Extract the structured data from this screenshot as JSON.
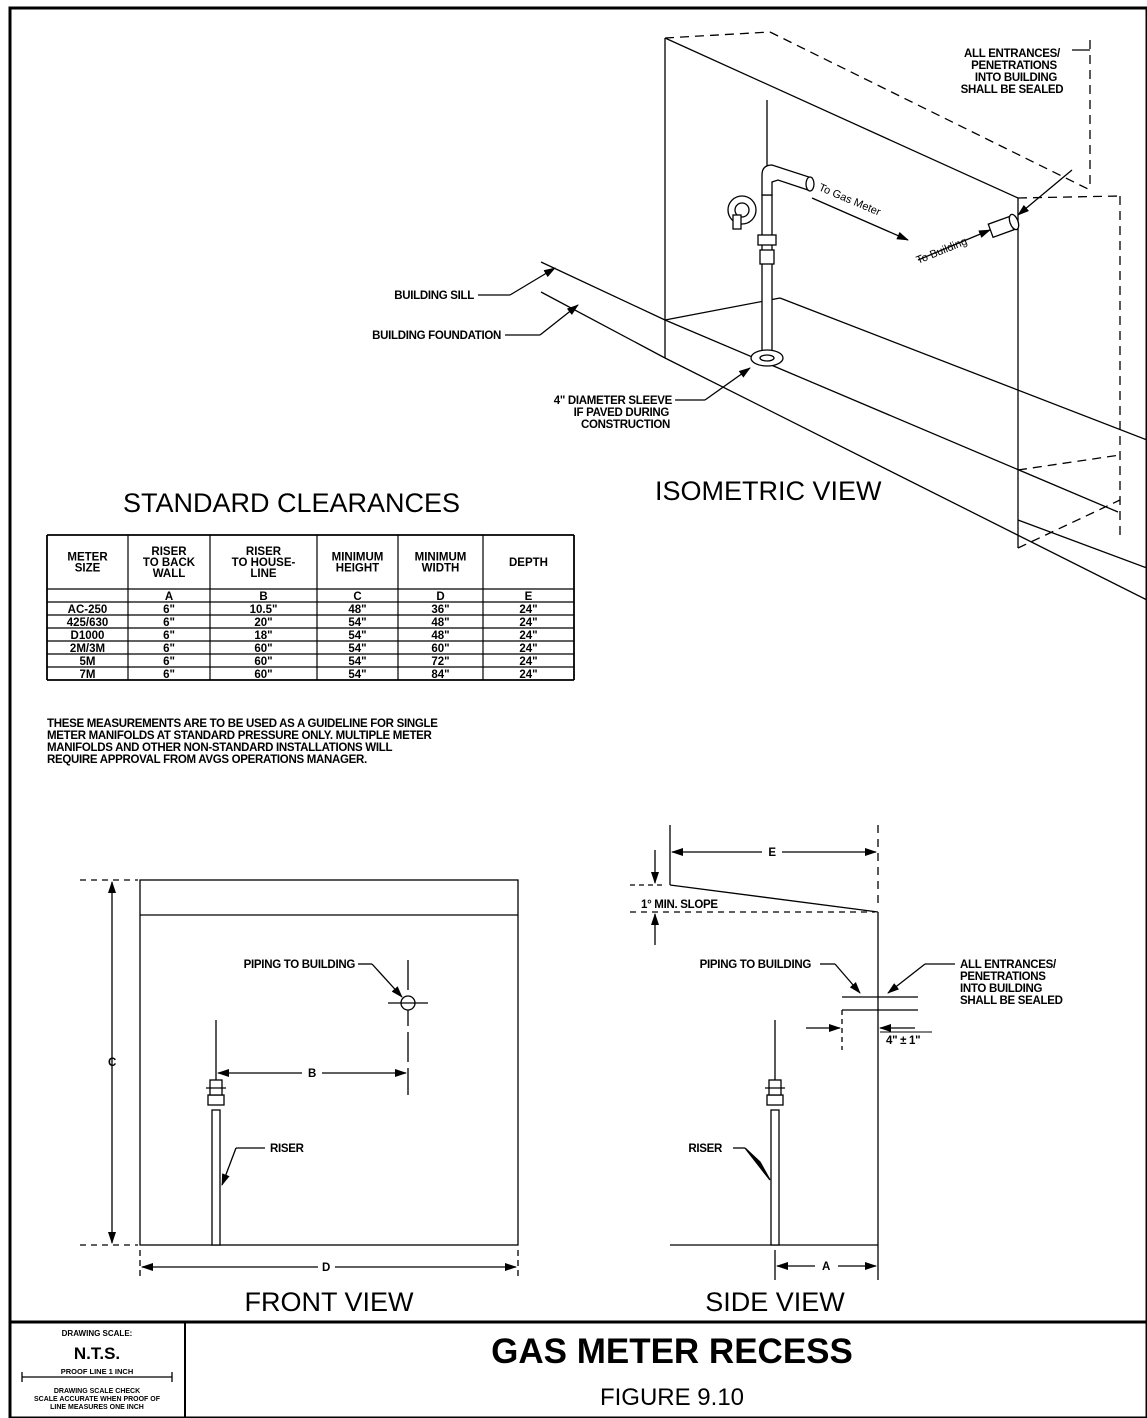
{
  "isometric": {
    "title": "ISOMETRIC VIEW",
    "entrances_note": [
      "ALL ENTRANCES/",
      "PENETRATIONS",
      "INTO BUILDING",
      "SHALL BE SEALED"
    ],
    "to_gas_meter": "To Gas Meter",
    "to_building": "To Building",
    "building_sill": "BUILDING SILL",
    "building_foundation": "BUILDING FOUNDATION",
    "sleeve_note": [
      "4\" DIAMETER SLEEVE",
      "IF PAVED DURING",
      "CONSTRUCTION"
    ]
  },
  "clearances": {
    "title": "STANDARD CLEARANCES",
    "headers": [
      [
        "METER",
        "SIZE"
      ],
      [
        "RISER",
        "TO BACK",
        "WALL"
      ],
      [
        "RISER",
        "TO HOUSE-",
        "LINE"
      ],
      [
        "MINIMUM",
        "HEIGHT"
      ],
      [
        "MINIMUM",
        "WIDTH"
      ],
      [
        "DEPTH"
      ]
    ],
    "letters": [
      "",
      "A",
      "B",
      "C",
      "D",
      "E"
    ],
    "rows": [
      [
        "AC-250",
        "6\"",
        "10.5\"",
        "48\"",
        "36\"",
        "24\""
      ],
      [
        "425/630",
        "6\"",
        "20\"",
        "54\"",
        "48\"",
        "24\""
      ],
      [
        "D1000",
        "6\"",
        "18\"",
        "54\"",
        "48\"",
        "24\""
      ],
      [
        "2M/3M",
        "6\"",
        "60\"",
        "54\"",
        "60\"",
        "24\""
      ],
      [
        "5M",
        "6\"",
        "60\"",
        "54\"",
        "72\"",
        "24\""
      ],
      [
        "7M",
        "6\"",
        "60\"",
        "54\"",
        "84\"",
        "24\""
      ]
    ],
    "note": [
      "THESE MEASUREMENTS ARE TO BE USED AS A GUIDELINE FOR SINGLE",
      "METER MANIFOLDS AT STANDARD PRESSURE ONLY.  MULTIPLE METER",
      "MANIFOLDS AND OTHER NON-STANDARD INSTALLATIONS WILL",
      "REQUIRE APPROVAL FROM AVGS OPERATIONS MANAGER."
    ]
  },
  "front_view": {
    "title": "FRONT VIEW",
    "piping": "PIPING TO BUILDING",
    "riser": "RISER",
    "dim_b": "B",
    "dim_c": "C",
    "dim_d": "D"
  },
  "side_view": {
    "title": "SIDE VIEW",
    "dim_e": "E",
    "slope": "1° MIN. SLOPE",
    "piping": "PIPING TO BUILDING",
    "entrances_note": [
      "ALL ENTRANCES/",
      "PENETRATIONS",
      "INTO BUILDING",
      "SHALL BE SEALED"
    ],
    "gap": "4\" ± 1\"",
    "riser": "RISER",
    "dim_a": "A"
  },
  "title_block": {
    "scale_label": "DRAWING SCALE:",
    "scale_value": "N.T.S.",
    "proof_line": "PROOF LINE 1 INCH",
    "scale_check": [
      "DRAWING SCALE CHECK",
      "SCALE ACCURATE WHEN PROOF OF",
      "LINE MEASURES ONE INCH"
    ],
    "title": "GAS METER RECESS",
    "figure": "FIGURE 9.10"
  }
}
